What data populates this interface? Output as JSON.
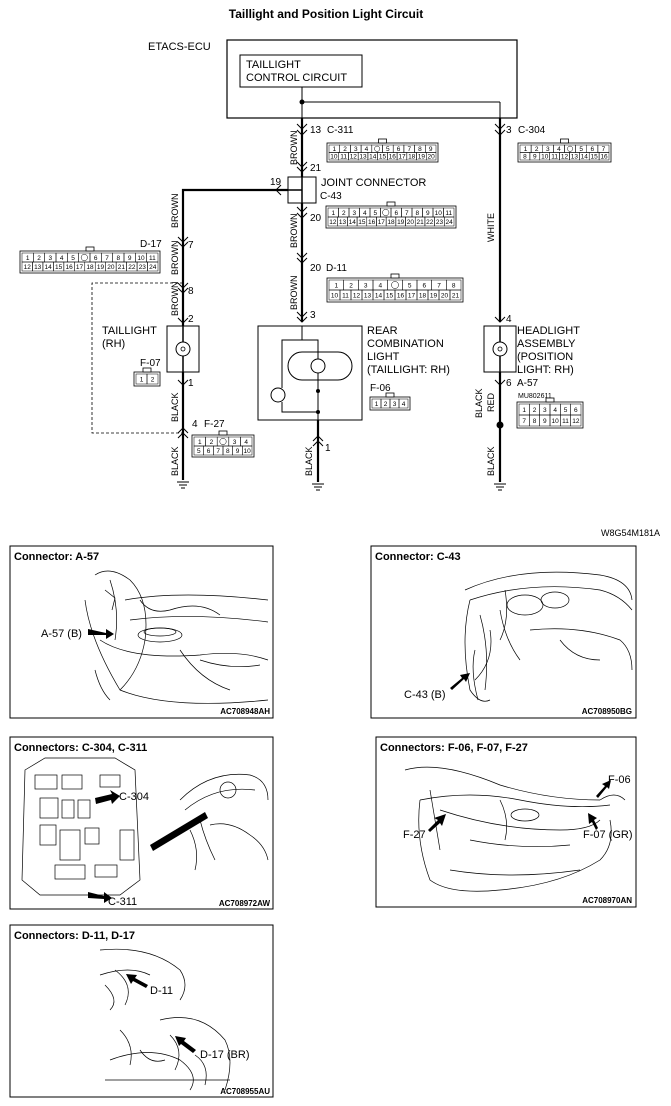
{
  "title": "Taillight and Position Light Circuit",
  "ecu": {
    "name": "ETACS-ECU",
    "block": [
      "TAILLIGHT",
      "CONTROL CIRCUIT"
    ]
  },
  "wires": {
    "brown": "BROWN",
    "white": "WHITE",
    "black": "BLACK",
    "black_red_1": "BLACK",
    "black_red_2": "RED"
  },
  "pins": {
    "p13": "13",
    "p21": "21",
    "p19": "19",
    "p20a": "20",
    "p20b": "20",
    "p7": "7",
    "p8": "8",
    "p2": "2",
    "p1a": "1",
    "p3": "3",
    "p1b": "1",
    "p4a": "4",
    "p3b": "3",
    "p4b": "4",
    "p6": "6"
  },
  "connectors": {
    "c311": "C-311",
    "c43": "C-43",
    "d17": "D-17",
    "d11": "D-11",
    "f07": "F-07",
    "f06": "F-06",
    "f27": "F-27",
    "c304": "C-304",
    "a57": "A-57",
    "mu": "MU802611"
  },
  "components": {
    "joint": "JOINT CONNECTOR",
    "taillight": [
      "TAILLIGHT",
      "(RH)"
    ],
    "rear": [
      "REAR",
      "COMBINATION",
      "LIGHT",
      "(TAILLIGHT: RH)"
    ],
    "headlight": [
      "HEADLIGHT",
      "ASSEMBLY",
      "(POSITION",
      " LIGHT: RH)"
    ]
  },
  "pin_grids": {
    "c311": [
      [
        "1",
        "2",
        "3",
        "4",
        "",
        "5",
        "6",
        "7",
        "8",
        "9"
      ],
      [
        "10",
        "11",
        "12",
        "13",
        "14",
        "15",
        "16",
        "17",
        "18",
        "19",
        "20"
      ]
    ],
    "c43": [
      [
        "1",
        "2",
        "3",
        "4",
        "5",
        "",
        "6",
        "7",
        "8",
        "9",
        "10",
        "11"
      ],
      [
        "12",
        "13",
        "14",
        "15",
        "16",
        "17",
        "18",
        "19",
        "20",
        "21",
        "22",
        "23",
        "24"
      ]
    ],
    "d17": [
      [
        "1",
        "2",
        "3",
        "4",
        "5",
        "",
        "6",
        "7",
        "8",
        "9",
        "10",
        "11"
      ],
      [
        "12",
        "13",
        "14",
        "15",
        "16",
        "17",
        "18",
        "19",
        "20",
        "21",
        "22",
        "23",
        "24"
      ]
    ],
    "d11": [
      [
        "1",
        "2",
        "3",
        "4",
        "",
        "5",
        "6",
        "7",
        "8"
      ],
      [
        "10",
        "11",
        "12",
        "13",
        "14",
        "15",
        "16",
        "17",
        "18",
        "19",
        "20",
        "21"
      ]
    ],
    "c304": [
      [
        "1",
        "2",
        "3",
        "4",
        "",
        "5",
        "6",
        "7"
      ],
      [
        "8",
        "9",
        "10",
        "11",
        "12",
        "13",
        "14",
        "15",
        "16"
      ]
    ],
    "f07": [
      [
        "1",
        "2"
      ]
    ],
    "f06": [
      [
        "1",
        "2",
        "3",
        "4"
      ]
    ],
    "f27": [
      [
        "1",
        "2",
        "",
        "3",
        "4"
      ],
      [
        "5",
        "6",
        "7",
        "8",
        "9",
        "10"
      ]
    ],
    "a57": [
      [
        "1",
        "2",
        "3",
        "4",
        "5",
        "6"
      ],
      [
        "7",
        "8",
        "9",
        "10",
        "11",
        "12"
      ]
    ]
  },
  "diagram_code": "W8G54M181A",
  "panels": {
    "a57": {
      "title": "Connector: A-57",
      "callout": "A-57 (B)",
      "code": "AC708948AH"
    },
    "c43": {
      "title": "Connector: C-43",
      "callout": "C-43 (B)",
      "code": "AC708950BG"
    },
    "c304": {
      "title": "Connectors: C-304, C-311",
      "callouts": [
        "C-304",
        "C-311"
      ],
      "code": "AC708972AW"
    },
    "f06": {
      "title": "Connectors: F-06, F-07, F-27",
      "callouts": [
        "F-06",
        "F-27",
        "F-07 (GR)"
      ],
      "code": "AC708970AN"
    },
    "d11": {
      "title": "Connectors: D-11, D-17",
      "callouts": [
        "D-11",
        "D-17 (BR)"
      ],
      "code": "AC708955AU"
    }
  }
}
